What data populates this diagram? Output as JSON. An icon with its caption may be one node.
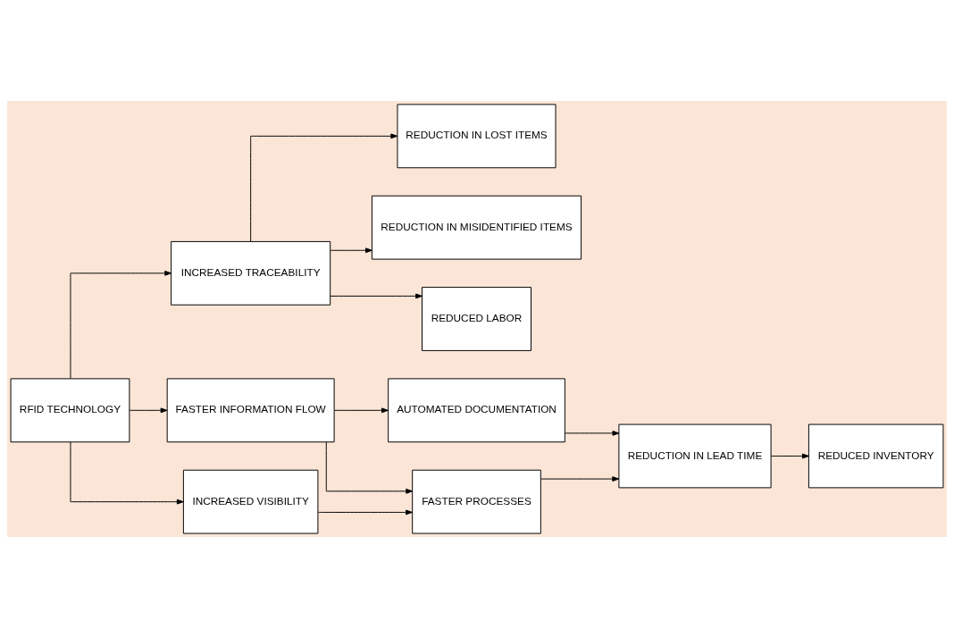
{
  "diagram": {
    "nodes": [
      {
        "text": [
          "RFID TECHNOLOGY"
        ]
      },
      {
        "text": [
          "INCREASED TRACEABILITY"
        ]
      },
      {
        "text": [
          "REDUCTION IN LOST ITEMS"
        ]
      },
      {
        "text": [
          "REDUCTION IN MISIDENTIFIED ITEMS"
        ]
      },
      {
        "text": [
          "REDUCED LABOR"
        ]
      },
      {
        "text": [
          "FASTER INFORMATION FLOW"
        ]
      },
      {
        "text": [
          "AUTOMATED DOCUMENTATION"
        ]
      },
      {
        "text": [
          "INCREASED VISIBILITY"
        ]
      },
      {
        "text": [
          "FASTER PROCESSES"
        ]
      },
      {
        "text": [
          "REDUCTION IN LEAD TIME"
        ]
      },
      {
        "text": [
          "REDUCED INVENTORY"
        ]
      }
    ],
    "edges": [
      {
        "from": 0,
        "to": 1,
        "arrow": "to"
      },
      {
        "from": 0,
        "to": 5,
        "arrow": "to"
      },
      {
        "from": 0,
        "to": 7,
        "arrow": "to"
      },
      {
        "from": 1,
        "to": 2,
        "arrow": "to"
      },
      {
        "from": 1,
        "to": 3,
        "arrow": "to"
      },
      {
        "from": 1,
        "to": 4,
        "arrow": "to"
      },
      {
        "from": 5,
        "to": 6,
        "arrow": "to"
      },
      {
        "from": 5,
        "to": 8,
        "arrow": "to"
      },
      {
        "from": 7,
        "to": 8,
        "arrow": "to"
      },
      {
        "from": 6,
        "to": 9,
        "arrow": "to"
      },
      {
        "from": 8,
        "to": 9,
        "arrow": "to"
      },
      {
        "from": 9,
        "to": 10,
        "arrow": "to"
      }
    ]
  }
}
